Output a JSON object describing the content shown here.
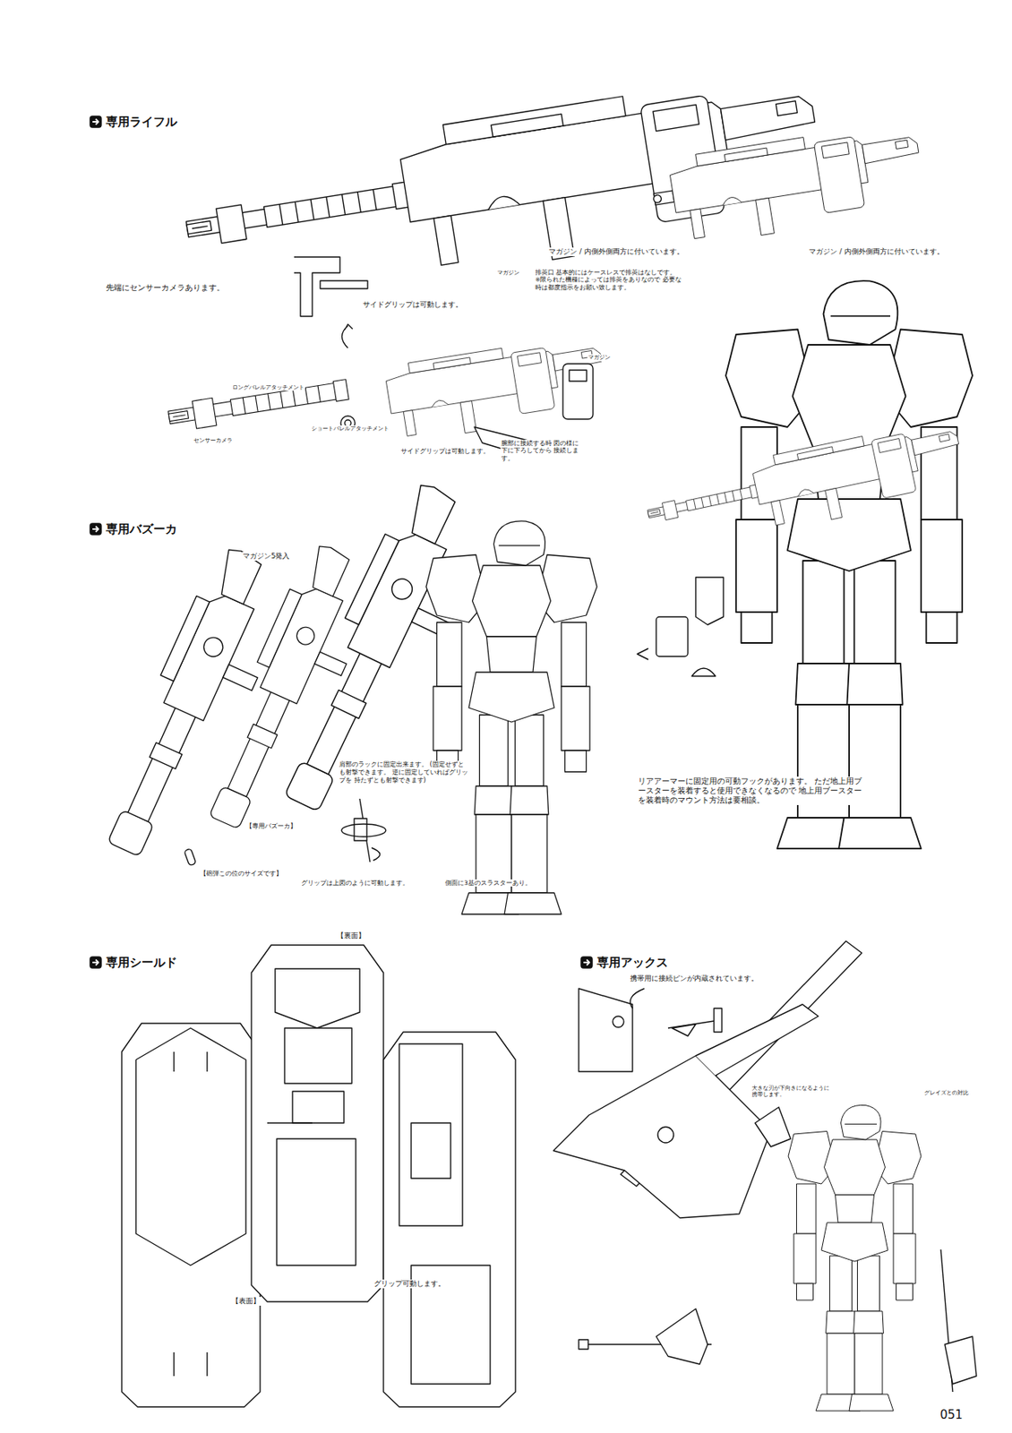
{
  "diagram": {
    "labels": [
      "専用ライフル",
      "マガジン / 内側外側両方に付いています。",
      "マガジン / 内側外側両方に付いています。",
      "先端にセンサーカメラあります。",
      "サイドグリップは可動します。",
      "マガジン",
      "排莢口 基本的にはケースレスで排莢はなしです。 ※限られた機種によっては排莢をありなので 必要な時は都度指示をお願い致します。",
      "ロングバレルアタッチメント",
      "センサーカメラ",
      "ショートバレルアタッチメント",
      "サイドグリップは可動します。",
      "腕部に接続する時 図の様に下に下ろしてから 接続します。",
      "マガジン",
      "専用バズーカ",
      "マガジン5発入",
      "リアアーマーに固定用の可動フックがあります。 ただ地上用ブースターを装着すると使用できなくなるので 地上用ブースターを装着時のマウント方法は要相談。",
      "肩部のラックに固定出来ます。 (固定せずとも射撃できます。 逆に固定していればグリップを 持たずとも射撃できます)",
      "【専用バズーカ】",
      "【砲弾この位のサイズです】",
      "グリップは上図のように可動します。",
      "側面に3基のスラスターあり。",
      "専用シールド",
      "【裏面】",
      "専用アックス",
      "携帯用に接続ピンが内蔵されています。",
      "大きな刃が下向きになるように 携帯します。",
      "グレイズとの対比",
      "グリップ可動します。",
      "【表面】",
      "051"
    ]
  }
}
